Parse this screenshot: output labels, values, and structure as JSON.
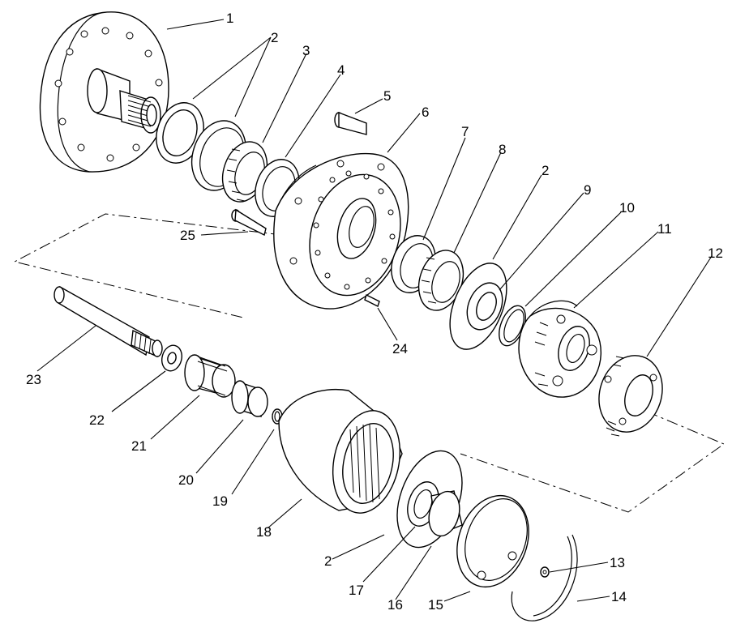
{
  "callouts": {
    "c1": "1",
    "c2a": "2",
    "c3": "3",
    "c4": "4",
    "c5": "5",
    "c6": "6",
    "c7": "7",
    "c8": "8",
    "c2b": "2",
    "c9": "9",
    "c10": "10",
    "c11": "11",
    "c12": "12",
    "c13": "13",
    "c14": "14",
    "c15": "15",
    "c16": "16",
    "c17": "17",
    "c2c": "2",
    "c18": "18",
    "c19": "19",
    "c20": "20",
    "c21": "21",
    "c22": "22",
    "c23": "23",
    "c24": "24",
    "c25": "25"
  }
}
